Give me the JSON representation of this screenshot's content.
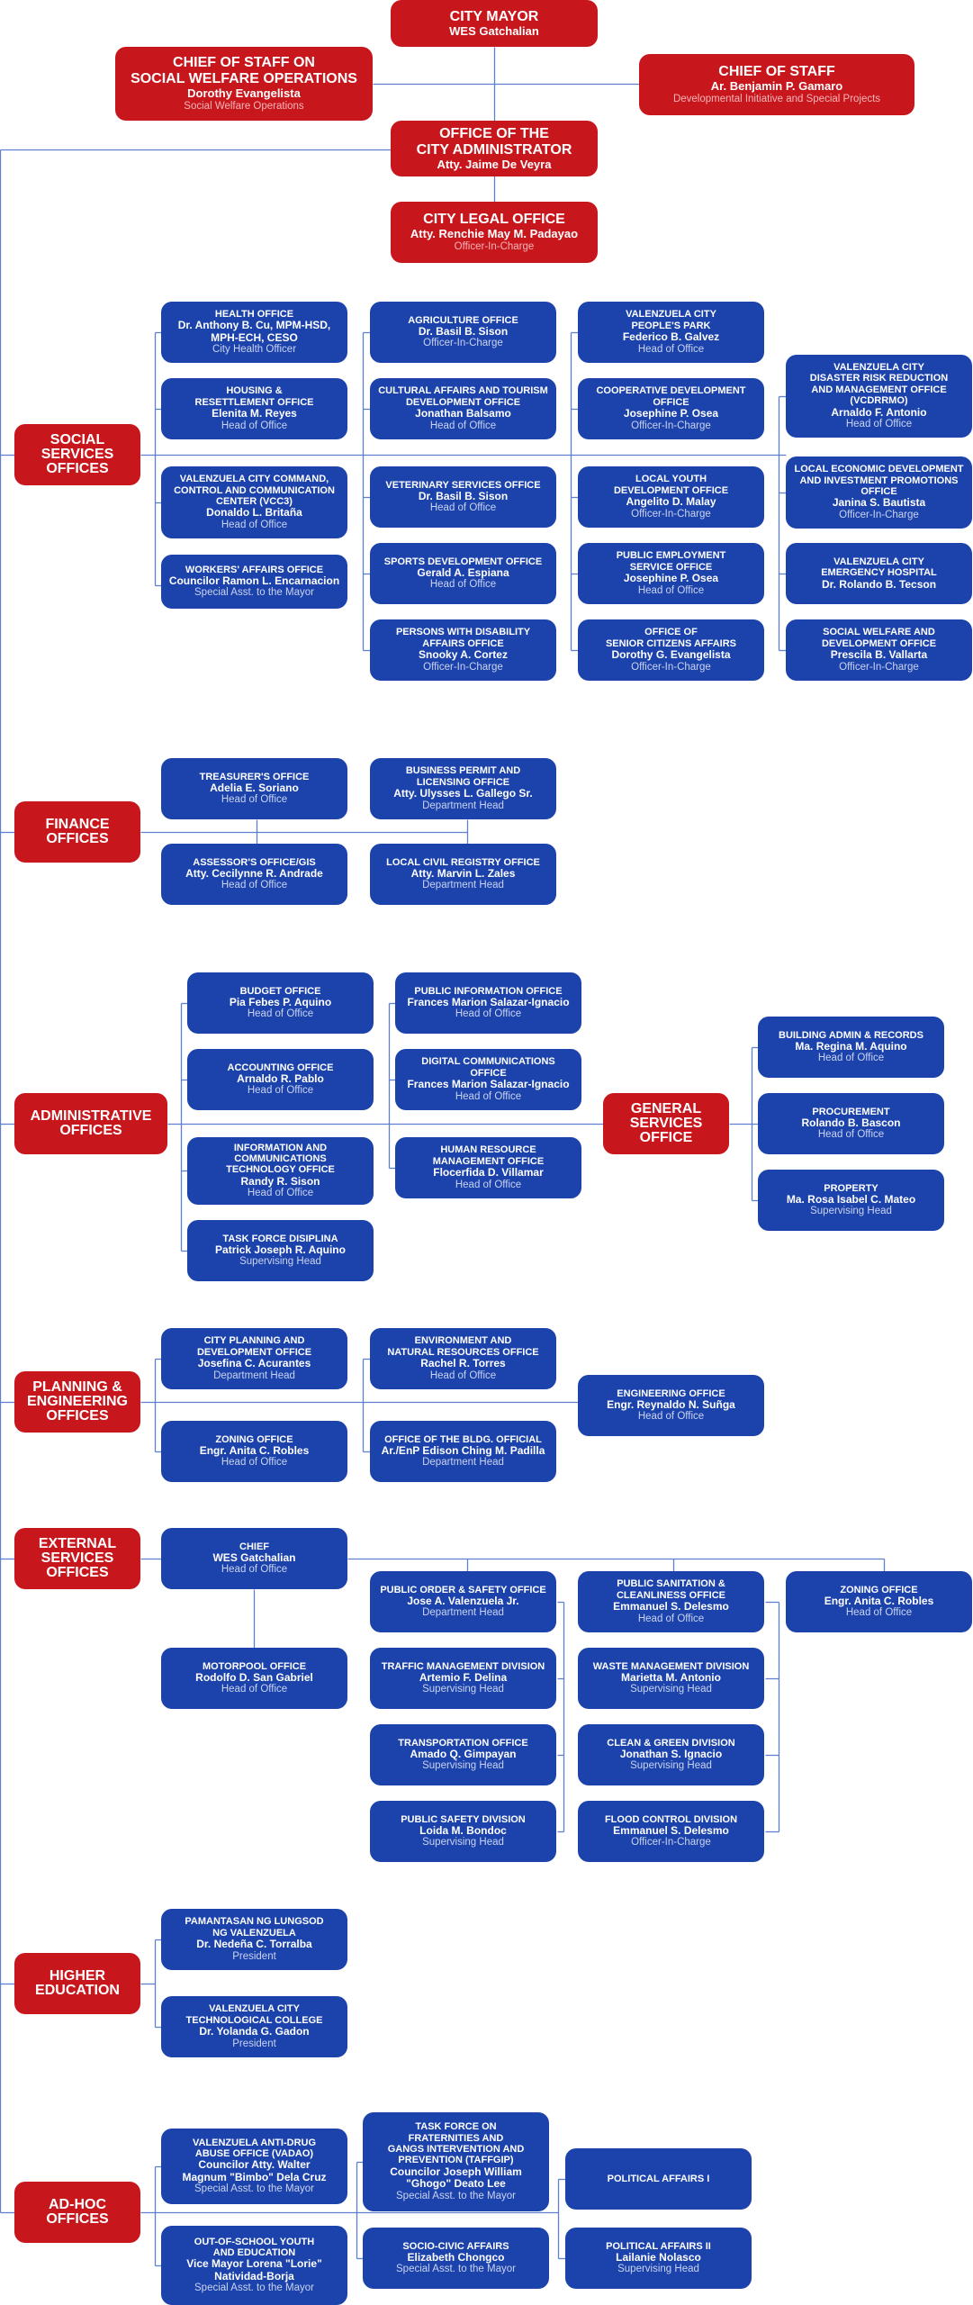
{
  "top": [
    {
      "id": "mayor",
      "title": "CITY MAYOR",
      "name": "WES Gatchalian",
      "role": ""
    },
    {
      "id": "cos_swo",
      "title": "CHIEF OF STAFF ON\nSOCIAL WELFARE OPERATIONS",
      "name": "Dorothy Evangelista",
      "role": "Social Welfare Operations"
    },
    {
      "id": "cos",
      "title": "CHIEF OF STAFF",
      "name": "Ar. Benjamin P. Gamaro",
      "role": "Developmental Initiative and Special Projects"
    },
    {
      "id": "admin",
      "title": "OFFICE OF THE\nCITY ADMINISTRATOR",
      "name": "Atty. Jaime De Veyra",
      "role": ""
    },
    {
      "id": "legal",
      "title": "CITY LEGAL OFFICE",
      "name": "Atty. Renchie May M. Padayao",
      "role": "Officer-In-Charge"
    }
  ],
  "categories": [
    {
      "id": "social",
      "label": "SOCIAL\nSERVICES\nOFFICES"
    },
    {
      "id": "finance",
      "label": "FINANCE\nOFFICES"
    },
    {
      "id": "administrative",
      "label": "ADMINISTRATIVE\nOFFICES"
    },
    {
      "id": "general",
      "label": "GENERAL\nSERVICES\nOFFICE"
    },
    {
      "id": "planning",
      "label": "PLANNING &\nENGINEERING\nOFFICES"
    },
    {
      "id": "external",
      "label": "EXTERNAL\nSERVICES\nOFFICES"
    },
    {
      "id": "higher",
      "label": "HIGHER\nEDUCATION"
    },
    {
      "id": "adhoc",
      "label": "AD-HOC\nOFFICES"
    }
  ],
  "offices": [
    {
      "id": "health",
      "title": "HEALTH OFFICE",
      "name": "Dr. Anthony B. Cu, MPM-HSD,\nMPH-ECH, CESO",
      "role": "City Health Officer"
    },
    {
      "id": "housing",
      "title": "HOUSING &\nRESETTLEMENT OFFICE",
      "name": "Elenita M. Reyes",
      "role": "Head of Office"
    },
    {
      "id": "vc3",
      "title": "VALENZUELA CITY COMMAND,\nCONTROL AND COMMUNICATION\nCENTER (VCC3)",
      "name": "Donaldo L. Britaña",
      "role": "Head of Office"
    },
    {
      "id": "workers",
      "title": "WORKERS' AFFAIRS OFFICE",
      "name": "Councilor Ramon L. Encarnacion",
      "role": "Special Asst. to the Mayor"
    },
    {
      "id": "agri",
      "title": "AGRICULTURE OFFICE",
      "name": "Dr. Basil B. Sison",
      "role": "Officer-In-Charge"
    },
    {
      "id": "culture",
      "title": "CULTURAL AFFAIRS AND TOURISM\nDEVELOPMENT OFFICE",
      "name": "Jonathan Balsamo",
      "role": "Head of Office"
    },
    {
      "id": "vet",
      "title": "VETERINARY SERVICES OFFICE",
      "name": "Dr. Basil B. Sison",
      "role": "Head of Office"
    },
    {
      "id": "sports",
      "title": "SPORTS DEVELOPMENT OFFICE",
      "name": "Gerald A. Espiana",
      "role": "Head of Office"
    },
    {
      "id": "pwd",
      "title": "PERSONS WITH DISABILITY\nAFFAIRS OFFICE",
      "name": "Snooky A. Cortez",
      "role": "Officer-In-Charge"
    },
    {
      "id": "park",
      "title": "VALENZUELA CITY\nPEOPLE'S PARK",
      "name": "Federico B. Galvez",
      "role": "Head of Office"
    },
    {
      "id": "coop",
      "title": "COOPERATIVE DEVELOPMENT\nOFFICE",
      "name": "Josephine P. Osea",
      "role": "Officer-In-Charge"
    },
    {
      "id": "youth",
      "title": "LOCAL YOUTH\nDEVELOPMENT OFFICE",
      "name": "Angelito D. Malay",
      "role": "Officer-In-Charge"
    },
    {
      "id": "peso",
      "title": "PUBLIC EMPLOYMENT\nSERVICE OFFICE",
      "name": "Josephine P. Osea",
      "role": "Head of Office"
    },
    {
      "id": "senior",
      "title": "OFFICE OF\nSENIOR CITIZENS AFFAIRS",
      "name": "Dorothy G. Evangelista",
      "role": "Officer-In-Charge"
    },
    {
      "id": "drrmo",
      "title": "VALENZUELA CITY\nDISASTER RISK REDUCTION\nAND MANAGEMENT OFFICE\n(VCDRRMO)",
      "name": "Arnaldo F. Antonio",
      "role": "Head of Office"
    },
    {
      "id": "ledipo",
      "title": "LOCAL ECONOMIC DEVELOPMENT\nAND INVESTMENT PROMOTIONS\nOFFICE",
      "name": "Janina S. Bautista",
      "role": "Officer-In-Charge"
    },
    {
      "id": "hospital",
      "title": "VALENZUELA CITY\nEMERGENCY HOSPITAL",
      "name": "Dr. Rolando B. Tecson",
      "role": ""
    },
    {
      "id": "swdo",
      "title": "SOCIAL WELFARE AND\nDEVELOPMENT OFFICE",
      "name": "Prescila B. Vallarta",
      "role": "Officer-In-Charge"
    },
    {
      "id": "treasurer",
      "title": "TREASURER'S OFFICE",
      "name": "Adelia E. Soriano",
      "role": "Head of Office"
    },
    {
      "id": "assessor",
      "title": "ASSESSOR'S OFFICE/GIS",
      "name": "Atty. Cecilynne R. Andrade",
      "role": "Head of Office"
    },
    {
      "id": "bplo",
      "title": "BUSINESS PERMIT AND\nLICENSING OFFICE",
      "name": "Atty. Ulysses L. Gallego Sr.",
      "role": "Department Head"
    },
    {
      "id": "civil",
      "title": "LOCAL CIVIL REGISTRY OFFICE",
      "name": "Atty. Marvin L. Zales",
      "role": "Department Head"
    },
    {
      "id": "budget",
      "title": "BUDGET OFFICE",
      "name": "Pia Febes P. Aquino",
      "role": "Head of Office"
    },
    {
      "id": "accounting",
      "title": "ACCOUNTING OFFICE",
      "name": "Arnaldo R. Pablo",
      "role": "Head of Office"
    },
    {
      "id": "ict",
      "title": "INFORMATION AND\nCOMMUNICATIONS\nTECHNOLOGY OFFICE",
      "name": "Randy R. Sison",
      "role": "Head of Office"
    },
    {
      "id": "disiplina",
      "title": "TASK FORCE DISIPLINA",
      "name": "Patrick Joseph R. Aquino",
      "role": "Supervising Head"
    },
    {
      "id": "pio",
      "title": "PUBLIC INFORMATION OFFICE",
      "name": "Frances Marion Salazar-Ignacio",
      "role": "Head of Office"
    },
    {
      "id": "digital",
      "title": "DIGITAL COMMUNICATIONS\nOFFICE",
      "name": "Frances Marion Salazar-Ignacio",
      "role": "Head of Office"
    },
    {
      "id": "hrmo",
      "title": "HUMAN RESOURCE\nMANAGEMENT OFFICE",
      "name": "Flocerfida D. Villamar",
      "role": "Head of Office"
    },
    {
      "id": "bldgadmin",
      "title": "BUILDING ADMIN & RECORDS",
      "name": "Ma. Regina M. Aquino",
      "role": "Head of Office"
    },
    {
      "id": "procurement",
      "title": "PROCUREMENT",
      "name": "Rolando B. Bascon",
      "role": "Head of Office"
    },
    {
      "id": "property",
      "title": "PROPERTY",
      "name": "Ma. Rosa Isabel C. Mateo",
      "role": "Supervising Head"
    },
    {
      "id": "cpdo",
      "title": "CITY PLANNING AND\nDEVELOPMENT OFFICE",
      "name": "Josefina C. Acurantes",
      "role": "Department Head"
    },
    {
      "id": "zoning1",
      "title": "ZONING OFFICE",
      "name": "Engr. Anita C. Robles",
      "role": "Head of Office"
    },
    {
      "id": "enro",
      "title": "ENVIRONMENT AND\nNATURAL RESOURCES OFFICE",
      "name": "Rachel R. Torres",
      "role": "Head of Office"
    },
    {
      "id": "obo",
      "title": "OFFICE OF THE BLDG. OFFICIAL",
      "name": "Ar./EnP Edison Ching M. Padilla",
      "role": "Department Head"
    },
    {
      "id": "engineering",
      "title": "ENGINEERING OFFICE",
      "name": "Engr. Reynaldo N. Suñga",
      "role": "Head of Office"
    },
    {
      "id": "chief",
      "title": "CHIEF",
      "name": "WES Gatchalian",
      "role": "Head of Office"
    },
    {
      "id": "motorpool",
      "title": "MOTORPOOL OFFICE",
      "name": "Rodolfo D. San Gabriel",
      "role": "Head of Office"
    },
    {
      "id": "posafety",
      "title": "PUBLIC ORDER & SAFETY OFFICE",
      "name": "Jose A. Valenzuela Jr.",
      "role": "Department Head"
    },
    {
      "id": "traffic",
      "title": "TRAFFIC MANAGEMENT DIVISION",
      "name": "Artemio F. Delina",
      "role": "Supervising Head"
    },
    {
      "id": "transport",
      "title": "TRANSPORTATION OFFICE",
      "name": "Amado Q. Gimpayan",
      "role": "Supervising Head"
    },
    {
      "id": "psd",
      "title": "PUBLIC SAFETY DIVISION",
      "name": "Loida M. Bondoc",
      "role": "Supervising Head"
    },
    {
      "id": "sanitation",
      "title": "PUBLIC SANITATION &\nCLEANLINESS OFFICE",
      "name": "Emmanuel S. Delesmo",
      "role": "Head of Office"
    },
    {
      "id": "waste",
      "title": "WASTE MANAGEMENT DIVISION",
      "name": "Marietta M. Antonio",
      "role": "Supervising Head"
    },
    {
      "id": "cleangreen",
      "title": "CLEAN & GREEN DIVISION",
      "name": "Jonathan S. Ignacio",
      "role": "Supervising Head"
    },
    {
      "id": "flood",
      "title": "FLOOD CONTROL DIVISION",
      "name": "Emmanuel S. Delesmo",
      "role": "Officer-In-Charge"
    },
    {
      "id": "zoning2",
      "title": "ZONING OFFICE",
      "name": "Engr. Anita C. Robles",
      "role": "Head of Office"
    },
    {
      "id": "plv",
      "title": "PAMANTASAN NG LUNGSOD\nNG VALENZUELA",
      "name": "Dr. Nedeña C. Torralba",
      "role": "President"
    },
    {
      "id": "valtech",
      "title": "VALENZUELA CITY\nTECHNOLOGICAL COLLEGE",
      "name": "Dr. Yolanda G. Gadon",
      "role": "President"
    },
    {
      "id": "vadao",
      "title": "VALENZUELA ANTI-DRUG\nABUSE OFFICE (VADAO)",
      "name": "Councilor Atty. Walter\nMagnum \"Bimbo\" Dela Cruz",
      "role": "Special Asst. to the Mayor"
    },
    {
      "id": "osy",
      "title": "OUT-OF-SCHOOL YOUTH\nAND EDUCATION",
      "name": "Vice Mayor Lorena \"Lorie\"\nNatividad-Borja",
      "role": "Special Asst. to the Mayor"
    },
    {
      "id": "tafgip",
      "title": "TASK FORCE ON\nFRATERNITIES AND\nGANGS INTERVENTION AND\nPREVENTION (TAFFGIP)",
      "name": "Councilor Joseph William\n\"Ghogo\" Deato Lee",
      "role": "Special Asst. to the Mayor"
    },
    {
      "id": "sociocivic",
      "title": "SOCIO-CIVIC AFFAIRS",
      "name": "Elizabeth Chongco",
      "role": "Special Asst. to the Mayor"
    },
    {
      "id": "political1",
      "title": "POLITICAL AFFAIRS I",
      "name": "",
      "role": ""
    },
    {
      "id": "political2",
      "title": "POLITICAL AFFAIRS II",
      "name": "Lailanie Nolasco",
      "role": "Supervising Head"
    }
  ]
}
